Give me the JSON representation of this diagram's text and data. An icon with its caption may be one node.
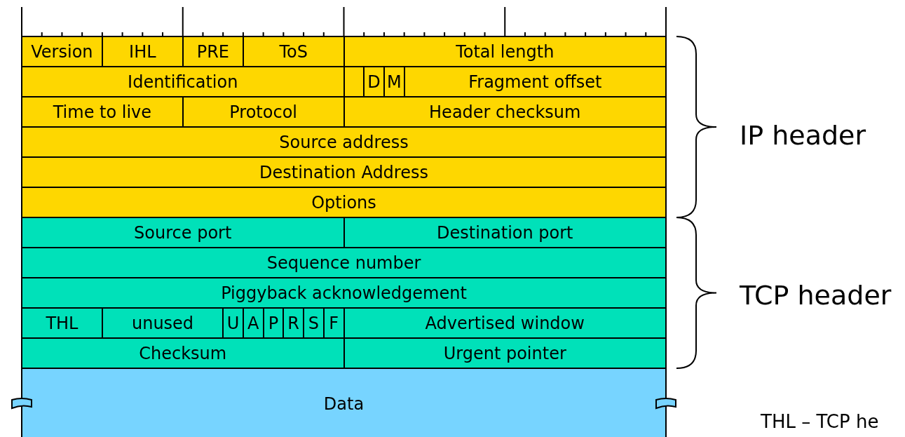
{
  "diagram": {
    "nodes": [
      {
        "text": [
          "Version"
        ]
      },
      {
        "text": [
          "IHL"
        ]
      },
      {
        "text": [
          "PRE"
        ]
      },
      {
        "text": [
          "ToS"
        ]
      },
      {
        "text": [
          "Total length"
        ]
      },
      {
        "text": [
          "Identification"
        ]
      },
      {
        "text": [],
        "shape": "box"
      },
      {
        "text": [
          "D"
        ]
      },
      {
        "text": [
          "M"
        ]
      },
      {
        "text": [
          "Fragment offset"
        ]
      },
      {
        "text": [
          "Time to live"
        ]
      },
      {
        "text": [
          "Protocol"
        ]
      },
      {
        "text": [
          "Header checksum"
        ]
      },
      {
        "text": [
          "Source address"
        ]
      },
      {
        "text": [
          "Destination Address"
        ]
      },
      {
        "text": [
          "Options"
        ]
      },
      {
        "text": [
          "Source port"
        ]
      },
      {
        "text": [
          "Destination port"
        ]
      },
      {
        "text": [
          "Sequence number"
        ]
      },
      {
        "text": [
          "Piggyback acknowledgement"
        ]
      },
      {
        "text": [
          "THL"
        ]
      },
      {
        "text": [
          "unused"
        ]
      },
      {
        "text": [
          "U"
        ]
      },
      {
        "text": [
          "A"
        ]
      },
      {
        "text": [
          "P"
        ]
      },
      {
        "text": [
          "R"
        ]
      },
      {
        "text": [
          "S"
        ]
      },
      {
        "text": [
          "F"
        ]
      },
      {
        "text": [
          "Advertised window"
        ]
      },
      {
        "text": [
          "Checksum"
        ]
      },
      {
        "text": [
          "Urgent pointer"
        ]
      },
      {
        "text": [
          "Data"
        ]
      }
    ],
    "labels": [
      "IP header",
      "TCP header",
      "THL – TCP he"
    ]
  }
}
